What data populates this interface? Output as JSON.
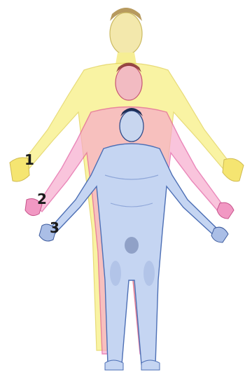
{
  "labels": [
    "1",
    "2",
    "3"
  ],
  "figures": [
    {
      "label": "1",
      "color": "#f3ea55",
      "skin": "#f7ee8c"
    },
    {
      "label": "2",
      "color": "#ec5fa6",
      "skin": "#f5b8d4"
    },
    {
      "label": "3",
      "color": "#5b7fc4",
      "skin": "#bccfee"
    }
  ]
}
